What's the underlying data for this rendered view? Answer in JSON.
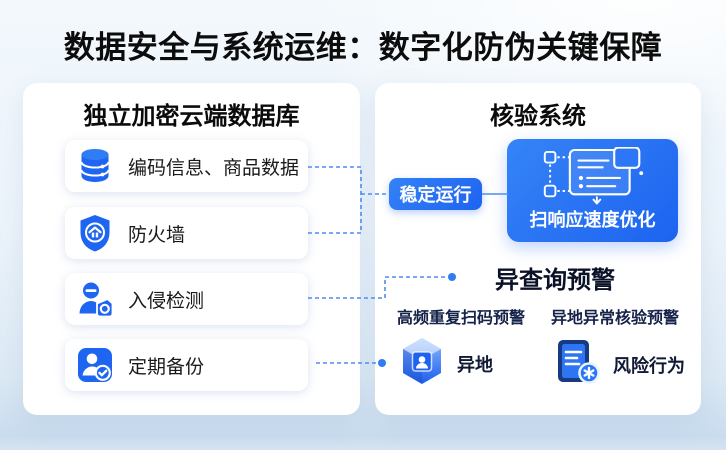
{
  "title": "数据安全与系统运维：数字化防伪关键保障",
  "left_panel": {
    "title": "独立加密云端数据库",
    "items": [
      {
        "icon": "database-icon",
        "label": "编码信息、商品数据"
      },
      {
        "icon": "firewall-shield-icon",
        "label": "防火墙"
      },
      {
        "icon": "intrusion-detection-icon",
        "label": "入侵检测"
      },
      {
        "icon": "backup-user-check-icon",
        "label": "定期备份"
      }
    ]
  },
  "right_panel": {
    "title": "核验系统",
    "badge_label": "稳定运行",
    "feature_card": {
      "icon": "workflow-diagram-icon",
      "label": "扫响应速度优化"
    },
    "alert": {
      "heading": "异查询预警",
      "items": [
        "高频重复扫码预警",
        "异地异常核验预警"
      ]
    },
    "bottom_items": [
      {
        "icon": "cube-user-icon",
        "label": "异地"
      },
      {
        "icon": "risk-tablet-icon",
        "label": "风险行为"
      }
    ]
  },
  "colors": {
    "primary_blue": "#1e66f1",
    "accent_blue": "#2f7cf5",
    "dashed_line": "#4f8bf7",
    "title_text": "#0c0c0c",
    "navy_text": "#15224a",
    "panel_bg": "#ffffff"
  }
}
